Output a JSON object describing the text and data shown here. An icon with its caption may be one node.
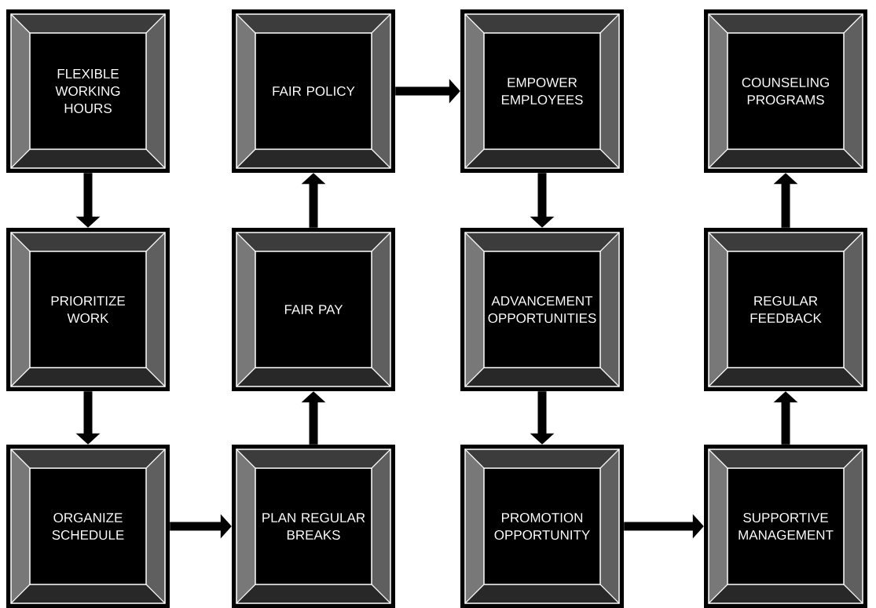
{
  "diagram": {
    "nodes": [
      {
        "text": [
          "FLEXIBLE WORKING HOURS"
        ]
      },
      {
        "text": [
          "FAIR POLICY"
        ]
      },
      {
        "text": [
          "EMPOWER EMPLOYEES"
        ]
      },
      {
        "text": [
          "COUNSELING PROGRAMS"
        ]
      },
      {
        "text": [
          "PRIORITIZE WORK"
        ]
      },
      {
        "text": [
          "FAIR PAY"
        ]
      },
      {
        "text": [
          "ADVANCEMENT OPPORTUNITIES"
        ]
      },
      {
        "text": [
          "REGULAR FEEDBACK"
        ]
      },
      {
        "text": [
          "ORGANIZE SCHEDULE"
        ]
      },
      {
        "text": [
          "PLAN REGULAR BREAKS"
        ]
      },
      {
        "text": [
          "PROMOTION OPPORTUNITY"
        ]
      },
      {
        "text": [
          "SUPPORTIVE MANAGEMENT"
        ]
      }
    ],
    "edges": [
      {
        "from": 0,
        "to": 4,
        "arrow": "to"
      },
      {
        "from": 4,
        "to": 8,
        "arrow": "to"
      },
      {
        "from": 8,
        "to": 9,
        "arrow": "to"
      },
      {
        "from": 9,
        "to": 5,
        "arrow": "to"
      },
      {
        "from": 5,
        "to": 1,
        "arrow": "to"
      },
      {
        "from": 1,
        "to": 2,
        "arrow": "to"
      },
      {
        "from": 2,
        "to": 6,
        "arrow": "to"
      },
      {
        "from": 6,
        "to": 10,
        "arrow": "to"
      },
      {
        "from": 10,
        "to": 11,
        "arrow": "to"
      },
      {
        "from": 11,
        "to": 7,
        "arrow": "to"
      },
      {
        "from": 7,
        "to": 3,
        "arrow": "to"
      }
    ]
  }
}
